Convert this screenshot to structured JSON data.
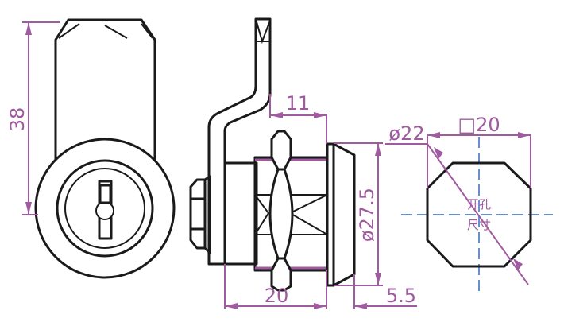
{
  "dimensions": {
    "height": "38",
    "cam_offset": "11",
    "hole_diameter": "ø22",
    "hole_flat": "□20",
    "flange_diameter": "ø27.5",
    "body_length": "20",
    "flange_thickness": "5.5"
  },
  "cutout_label": {
    "line1": "开孔",
    "line2": "尺寸"
  },
  "colors": {
    "dimension": "#a05aa0",
    "centerline": "#6a8fcf",
    "outline": "#1a1a1a"
  }
}
